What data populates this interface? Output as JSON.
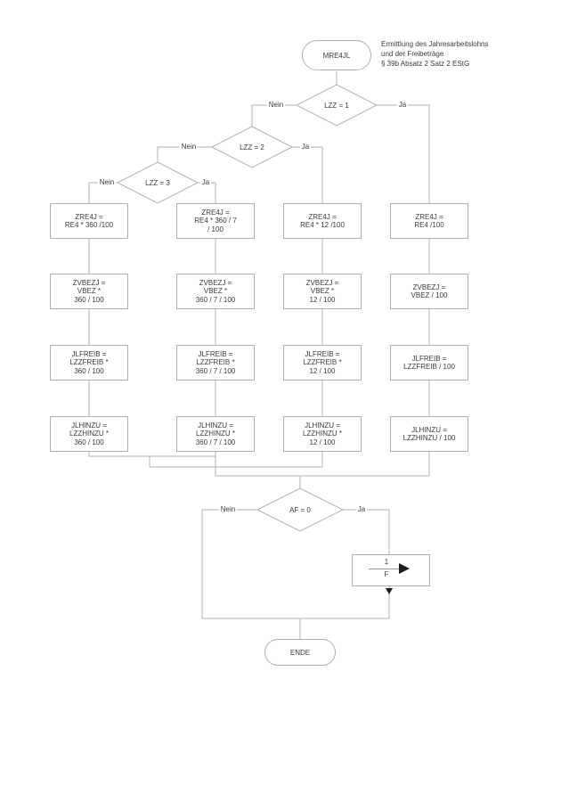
{
  "header": {
    "start_label": "MRE4JL",
    "title_lines": [
      "Ermittlung des Jahresarbeitslohns",
      "und der Freibeträge",
      "§ 39b Absatz 2 Satz 2 EStG"
    ]
  },
  "decisions": {
    "lzz1": {
      "label": "LZZ = 1",
      "nein": "Nein",
      "ja": "Ja"
    },
    "lzz2": {
      "label": "LZZ = 2",
      "nein": "Nein",
      "ja": "Ja"
    },
    "lzz3": {
      "label": "LZZ = 3",
      "nein": "Nein",
      "ja": "Ja"
    },
    "af": {
      "label": "AF = 0",
      "nein": "Nein",
      "ja": "Ja"
    }
  },
  "boxes": {
    "r0c0": [
      "ZRE4J =",
      "RE4 * 360 /100"
    ],
    "r0c1": [
      "ZRE4J =",
      "RE4 * 360 / 7",
      "/ 100"
    ],
    "r0c2": [
      "ZRE4J =",
      "RE4 * 12 /100"
    ],
    "r0c3": [
      "ZRE4J =",
      "RE4 /100"
    ],
    "r1c0": [
      "ZVBEZJ =",
      "VBEZ *",
      "360 / 100"
    ],
    "r1c1": [
      "ZVBEZJ =",
      "VBEZ *",
      "360 / 7 / 100"
    ],
    "r1c2": [
      "ZVBEZJ =",
      "VBEZ *",
      "12  / 100"
    ],
    "r1c3": [
      "ZVBEZJ =",
      "VBEZ  / 100"
    ],
    "r2c0": [
      "JLFREIB =",
      "LZZFREIB *",
      "360 / 100"
    ],
    "r2c1": [
      "JLFREIB =",
      "LZZFREIB *",
      "360 / 7 / 100"
    ],
    "r2c2": [
      "JLFREIB =",
      "LZZFREIB *",
      "12  / 100"
    ],
    "r2c3": [
      "JLFREIB =",
      "LZZFREIB / 100"
    ],
    "r3c0": [
      "JLHINZU =",
      "LZZHINZU *",
      "360 / 100"
    ],
    "r3c1": [
      "JLHINZU =",
      "LZZHINZU *",
      "360 / 7 / 100"
    ],
    "r3c2": [
      "JLHINZU =",
      "LZZHINZU *",
      "12  / 100"
    ],
    "r3c3": [
      "JLHINZU =",
      "LZZHINZU / 100"
    ]
  },
  "assignment": {
    "value": "1",
    "variable": "F"
  },
  "end_label": "ENDE",
  "colors": {
    "line": "#b0b0b0",
    "text": "#3a3a3a",
    "arrow": "#1c1c1c",
    "background": "#ffffff"
  }
}
